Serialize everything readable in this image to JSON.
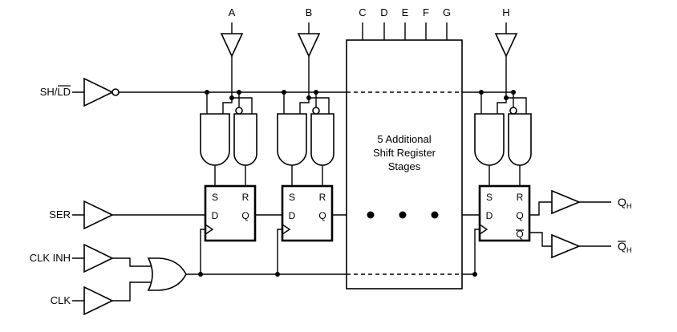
{
  "colors": {
    "line": "#000000",
    "background": "#ffffff"
  },
  "top_inputs": [
    "A",
    "B",
    "C",
    "D",
    "E",
    "F",
    "G",
    "H"
  ],
  "left_inputs": {
    "sh_prefix": "SH/",
    "ld_overlined": "LD",
    "ser": "SER",
    "clk_inh": "CLK INH",
    "clk": "CLK"
  },
  "center_box": {
    "line1": "5 Additional",
    "line2": "Shift Register",
    "line3": "Stages"
  },
  "flipflop": {
    "set": "S",
    "reset": "R",
    "data": "D",
    "out": "Q",
    "out_bar_overlined": "Q"
  },
  "outputs": {
    "qh_base": "Q",
    "qh_sub": "H",
    "qhbar_base": "Q",
    "qhbar_sub": "H"
  }
}
